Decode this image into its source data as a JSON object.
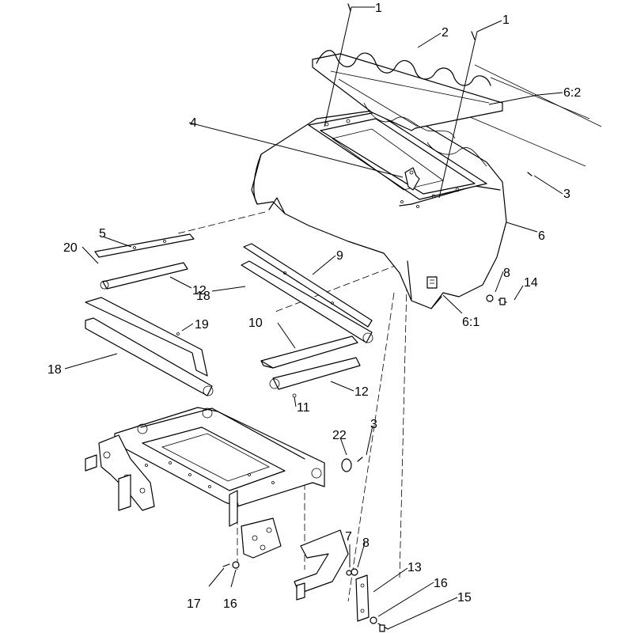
{
  "diagram": {
    "callouts": [
      {
        "id": "c1a",
        "label": "1"
      },
      {
        "id": "c1b",
        "label": "1"
      },
      {
        "id": "c2",
        "label": "2"
      },
      {
        "id": "c62",
        "label": "6:2"
      },
      {
        "id": "c4",
        "label": "4"
      },
      {
        "id": "c3a",
        "label": "3"
      },
      {
        "id": "c6",
        "label": "6"
      },
      {
        "id": "c5",
        "label": "5"
      },
      {
        "id": "c20",
        "label": "20"
      },
      {
        "id": "c9",
        "label": "9"
      },
      {
        "id": "c12a",
        "label": "12"
      },
      {
        "id": "c18a",
        "label": "18"
      },
      {
        "id": "c8a",
        "label": "8"
      },
      {
        "id": "c14",
        "label": "14"
      },
      {
        "id": "c19",
        "label": "19"
      },
      {
        "id": "c61",
        "label": "6:1"
      },
      {
        "id": "c10",
        "label": "10"
      },
      {
        "id": "c18b",
        "label": "18"
      },
      {
        "id": "c12b",
        "label": "12"
      },
      {
        "id": "c11",
        "label": "11"
      },
      {
        "id": "c22",
        "label": "22"
      },
      {
        "id": "c3b",
        "label": "3"
      },
      {
        "id": "c7",
        "label": "7"
      },
      {
        "id": "c8b",
        "label": "8"
      },
      {
        "id": "c13",
        "label": "13"
      },
      {
        "id": "c16a",
        "label": "16"
      },
      {
        "id": "c17",
        "label": "17"
      },
      {
        "id": "c16b",
        "label": "16"
      },
      {
        "id": "c15",
        "label": "15"
      }
    ]
  }
}
